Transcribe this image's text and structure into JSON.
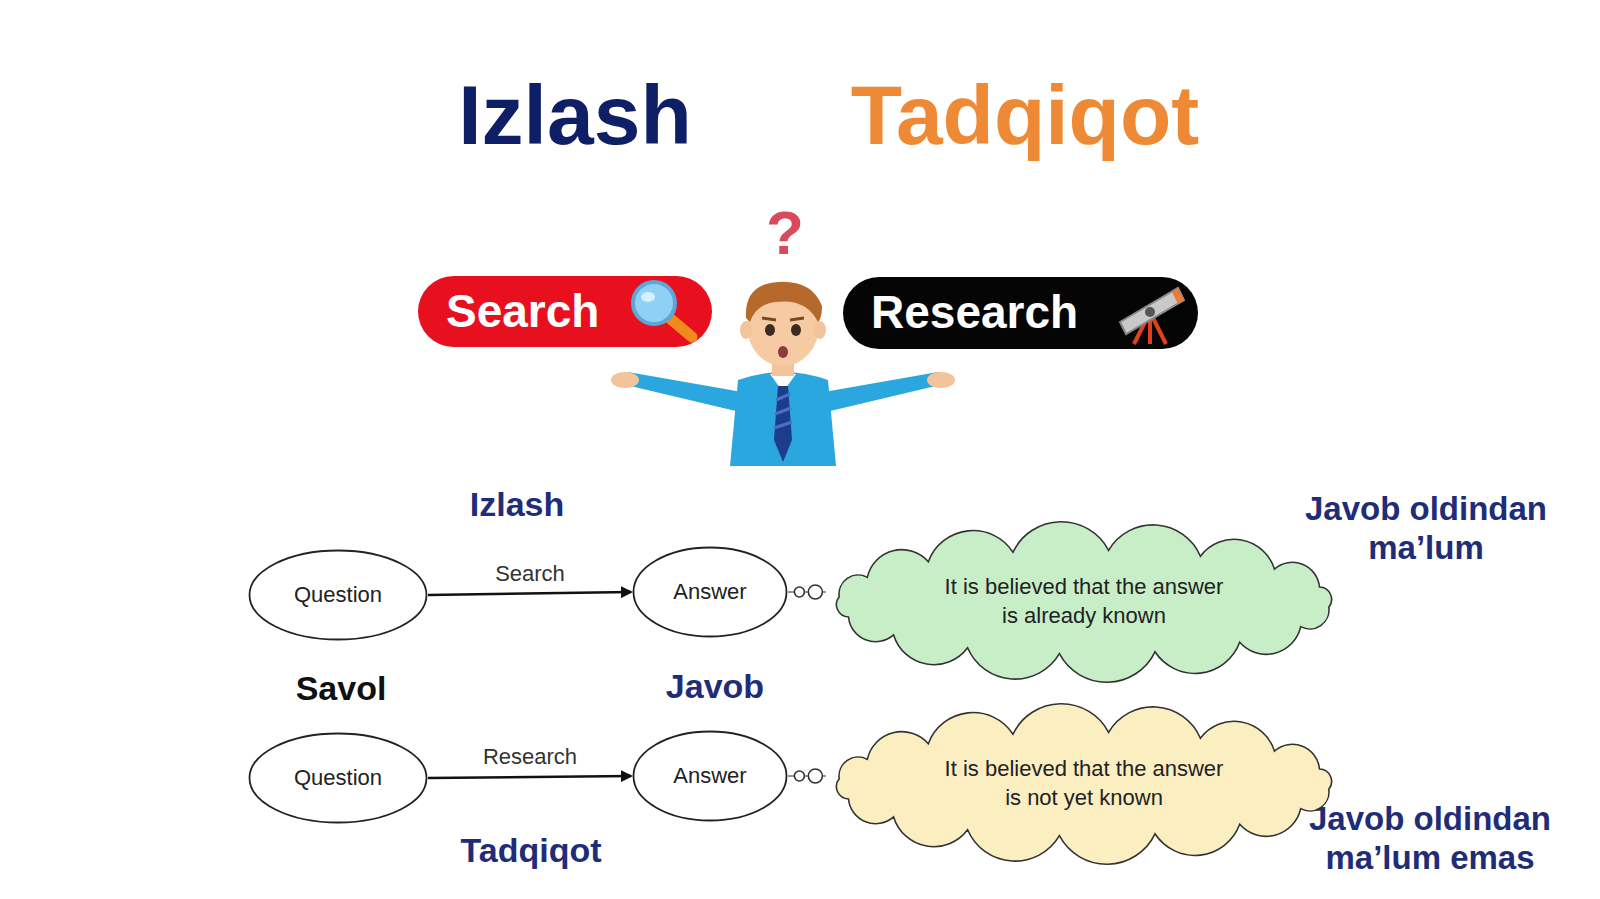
{
  "diagram": {
    "nodes": [
      {
        "text": [
          "Search"
        ]
      },
      {
        "text": [
          "Research"
        ]
      },
      {
        "text": [
          "Question"
        ]
      },
      {
        "text": [
          "Answer"
        ]
      },
      {
        "text": [
          "It is believed that the answer is already known"
        ]
      },
      {
        "text": [
          "Question"
        ]
      },
      {
        "text": [
          "Answer"
        ]
      },
      {
        "text": [
          "It is believed that the answer is not yet known"
        ]
      }
    ],
    "edges": [
      {
        "from": 2,
        "to": 3,
        "arrow": "to",
        "label": "Search"
      },
      {
        "from": 3,
        "to": 4,
        "arrow": "none"
      },
      {
        "from": 5,
        "to": 6,
        "arrow": "to",
        "label": "Research"
      },
      {
        "from": 6,
        "to": 7,
        "arrow": "none"
      }
    ],
    "labels": [
      "Izlash",
      "Tadqiqot",
      "?",
      "Izlash",
      "Javob oldindan ma’lum",
      "Savol",
      "Javob",
      "Tadqiqot",
      "Javob oldindan ma’lum emas"
    ]
  }
}
